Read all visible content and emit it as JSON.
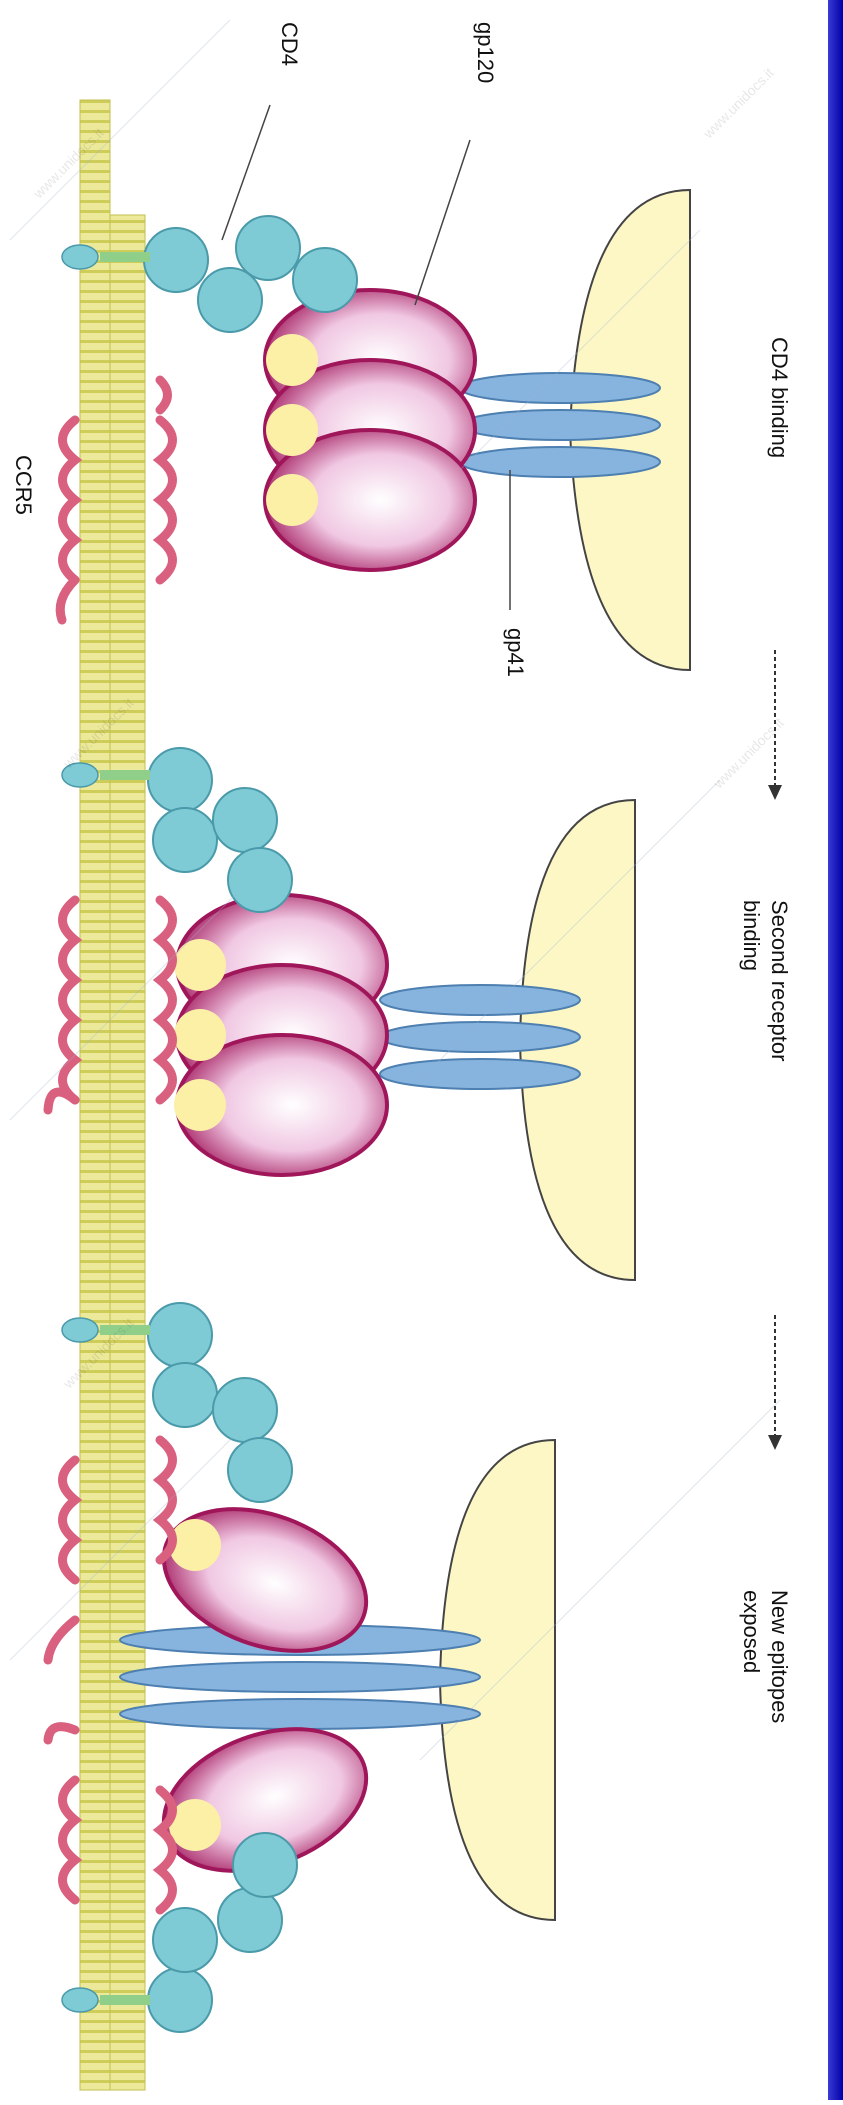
{
  "labels": {
    "cd4_top": "CD4",
    "gp120": "gp120",
    "gp41": "gp41",
    "ccr5": "CCR5",
    "stage1": "CD4 binding",
    "stage2_line1": "Second receptor",
    "stage2_line2": "binding",
    "stage3_line1": "New epitopes",
    "stage3_line2": "exposed"
  },
  "watermark_text": "www.unidocs.it",
  "colors": {
    "membrane": "#e6e48a",
    "membrane_stripe": "#cfcd5a",
    "cd4_ball": "#7ecbd6",
    "ccr5": "#d9607e",
    "gp120_outer": "#a0165a",
    "gp120_inner": "#f4d4ea",
    "gp120_tip": "#fbf0a6",
    "gp41": "#86b4de",
    "virus": "#fdf7c6",
    "junction": "#8fcf8a"
  }
}
